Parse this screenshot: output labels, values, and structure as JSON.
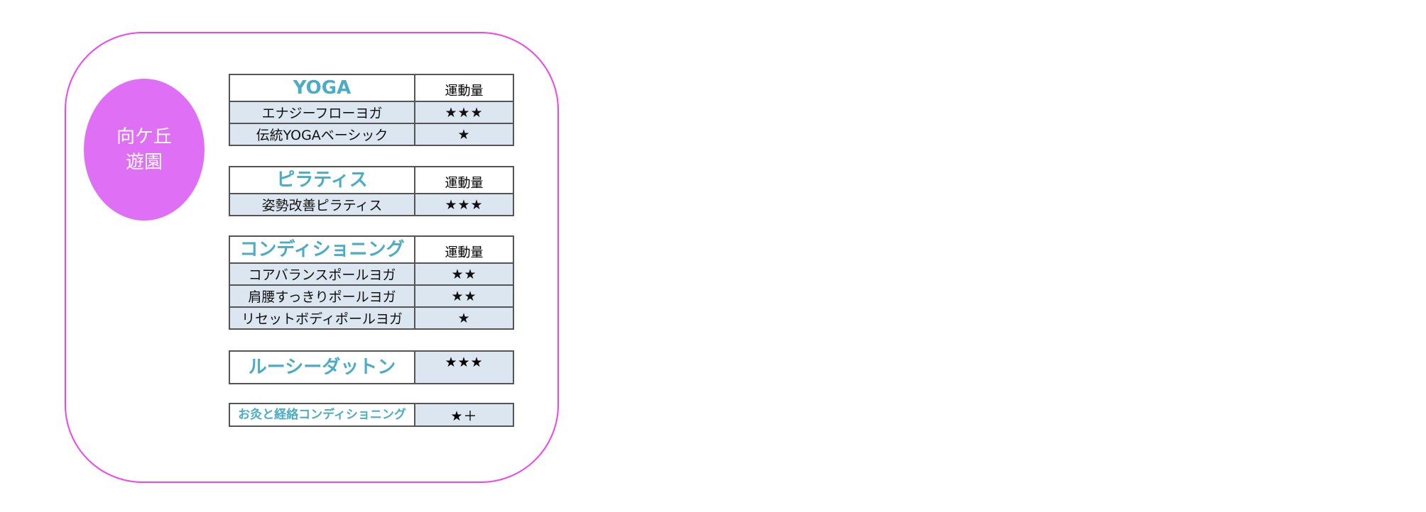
{
  "venue": {
    "name_line1": "向ケ丘",
    "name_line2": "遊園"
  },
  "sections": [
    {
      "category": "YOGA",
      "amount_header": "運動量",
      "rows": [
        {
          "name": "エナジーフローヨガ",
          "level": "★★★"
        },
        {
          "name": "伝統YOGAベーシック",
          "level": "★"
        }
      ]
    },
    {
      "category": "ピラティス",
      "amount_header": "運動量",
      "rows": [
        {
          "name": "姿勢改善ピラティス",
          "level": "★★★"
        }
      ]
    },
    {
      "category": "コンディショニング",
      "amount_header": "運動量",
      "rows": [
        {
          "name": "コアバランスポールヨガ",
          "level": "★★"
        },
        {
          "name": "肩腰すっきりポールヨガ",
          "level": "★★"
        },
        {
          "name": "リセットボディポールヨガ",
          "level": "★"
        }
      ]
    },
    {
      "category": "ルーシーダットン",
      "level": "★★★"
    },
    {
      "category": "お灸と経絡コンディショニング",
      "level": "★＋"
    }
  ],
  "colors": {
    "frame_border": "#ee44ee",
    "badge_fill": "#df6ff4",
    "category_text": "#4bacc6",
    "row_fill": "#dce6f1"
  }
}
